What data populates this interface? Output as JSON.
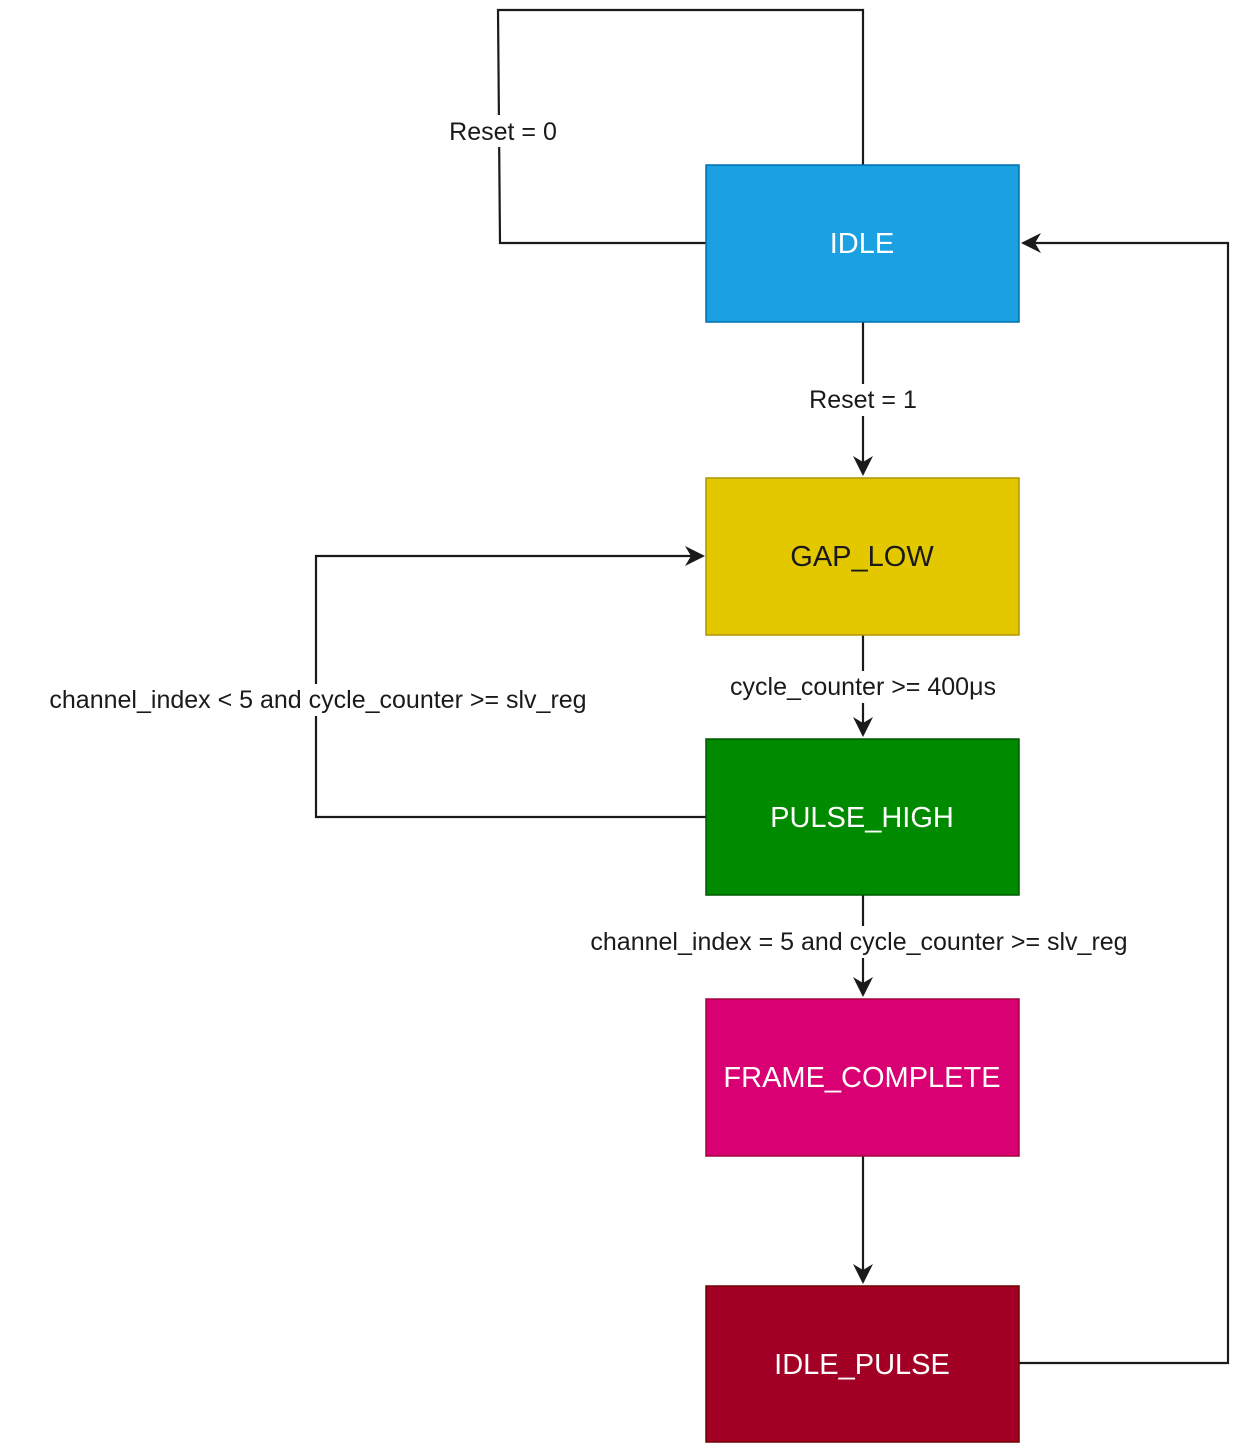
{
  "diagram": {
    "type": "state-machine",
    "states": [
      {
        "id": "IDLE",
        "label": "IDLE",
        "fill": "#1ba1e2",
        "stroke": "#006eaf",
        "text_color": "#ffffff"
      },
      {
        "id": "GAP_LOW",
        "label": "GAP_LOW",
        "fill": "#e3c800",
        "stroke": "#b09500",
        "text_color": "#1a1a1a"
      },
      {
        "id": "PULSE_HIGH",
        "label": "PULSE_HIGH",
        "fill": "#008a00",
        "stroke": "#005700",
        "text_color": "#ffffff"
      },
      {
        "id": "FRAME_COMPLETE",
        "label": "FRAME_COMPLETE",
        "fill": "#d80073",
        "stroke": "#a50040",
        "text_color": "#ffffff"
      },
      {
        "id": "IDLE_PULSE",
        "label": "IDLE_PULSE",
        "fill": "#a20025",
        "stroke": "#6f0000",
        "text_color": "#ffffff"
      }
    ],
    "transitions": [
      {
        "id": "idle-self",
        "from": "IDLE",
        "to": "IDLE",
        "label": "Reset = 0",
        "arrowhead": false
      },
      {
        "id": "idle-to-gap",
        "from": "IDLE",
        "to": "GAP_LOW",
        "label": "Reset = 1",
        "arrowhead": true
      },
      {
        "id": "gap-to-pulse",
        "from": "GAP_LOW",
        "to": "PULSE_HIGH",
        "label": "cycle_counter >= 400μs",
        "arrowhead": true
      },
      {
        "id": "pulse-to-gap",
        "from": "PULSE_HIGH",
        "to": "GAP_LOW",
        "label": "channel_index < 5 and cycle_counter >= slv_reg",
        "arrowhead": true
      },
      {
        "id": "pulse-to-frame",
        "from": "PULSE_HIGH",
        "to": "FRAME_COMPLETE",
        "label": "channel_index = 5 and cycle_counter >= slv_reg",
        "arrowhead": true
      },
      {
        "id": "frame-to-idlepulse",
        "from": "FRAME_COMPLETE",
        "to": "IDLE_PULSE",
        "label": "",
        "arrowhead": true
      },
      {
        "id": "idlepulse-to-idle",
        "from": "IDLE_PULSE",
        "to": "IDLE",
        "label": "",
        "arrowhead": true
      }
    ],
    "line_color": "#1a1a1a"
  }
}
